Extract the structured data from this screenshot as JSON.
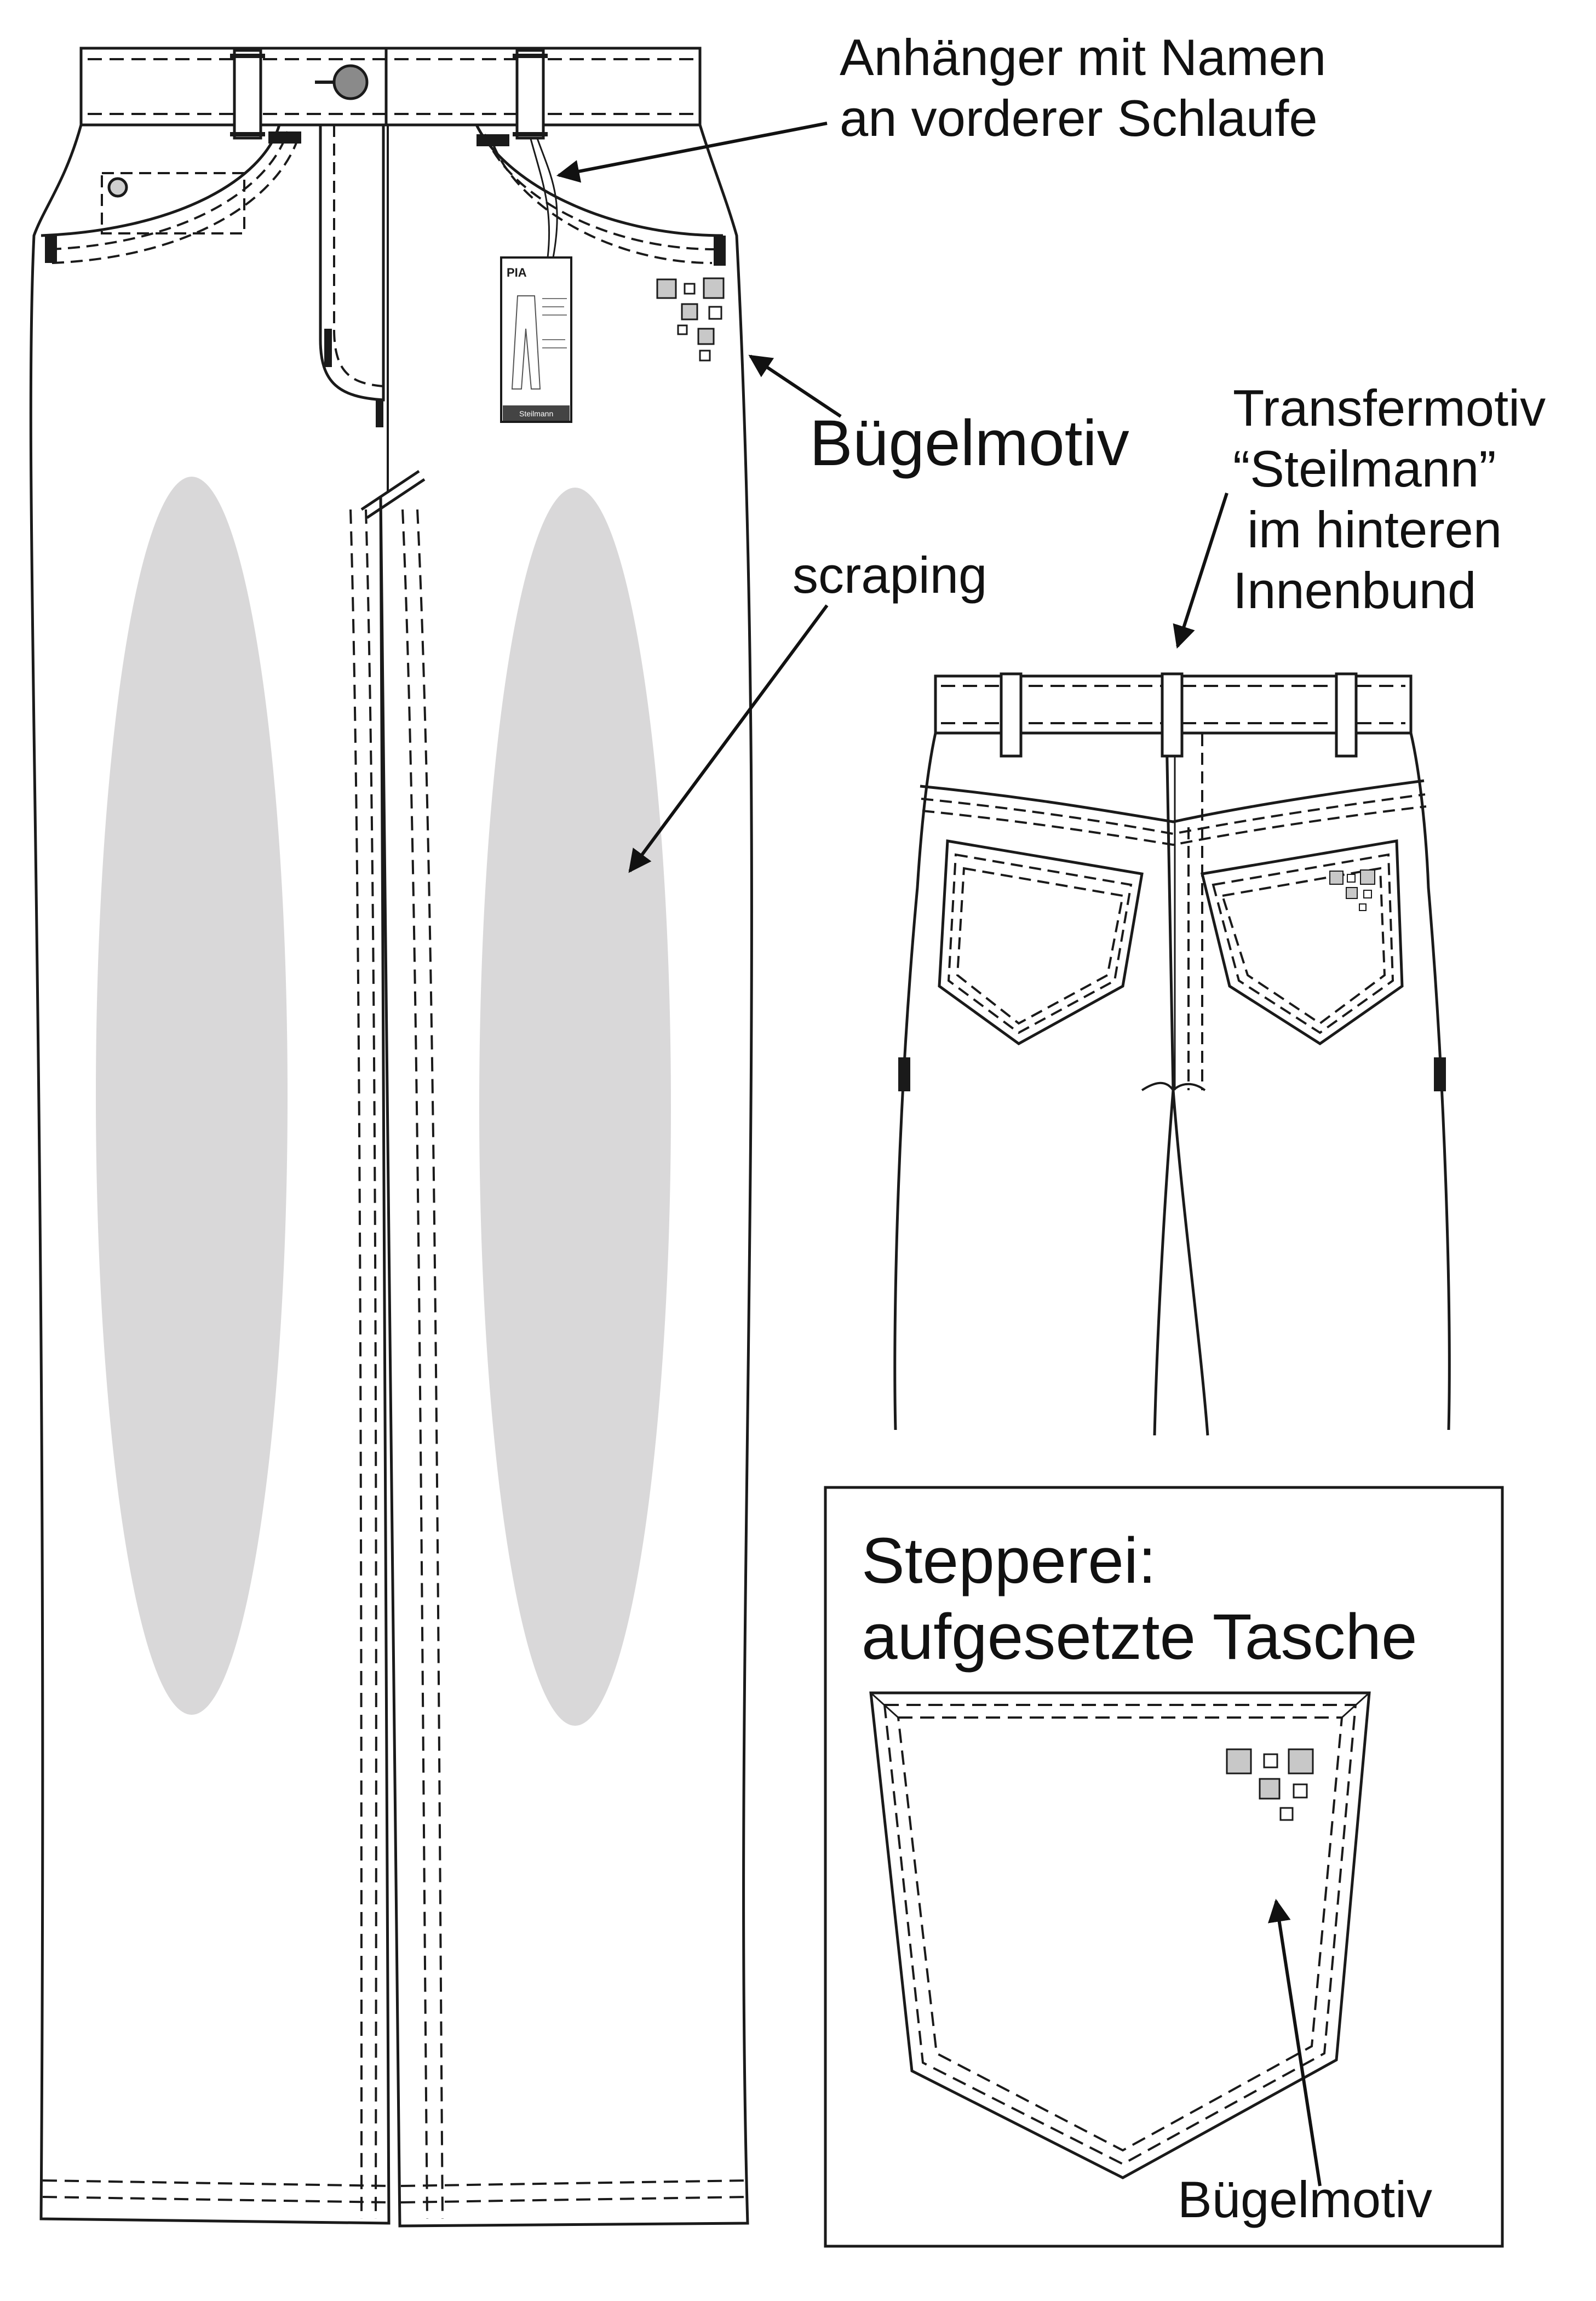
{
  "annotations": {
    "tag_label": "Anhänger mit Namen\nan vorderer Schlaufe",
    "iron_motif_label": "Bügelmotiv",
    "scraping_label": "scraping",
    "transfer_label": "Transfermotiv\n“Steilmann”\n im hinteren\nInnenbund",
    "inset_title": "Stepperei:\naufgesetzte Tasche",
    "inset_motif_label": "Bügelmotiv"
  },
  "hang_tag": {
    "name": "PIA",
    "brand": "Steilmann"
  },
  "colors": {
    "line": "#1a1a1a",
    "scraping_fill": "#d9d8d9",
    "motif_fill": "#c8c8c8",
    "background": "#ffffff"
  }
}
